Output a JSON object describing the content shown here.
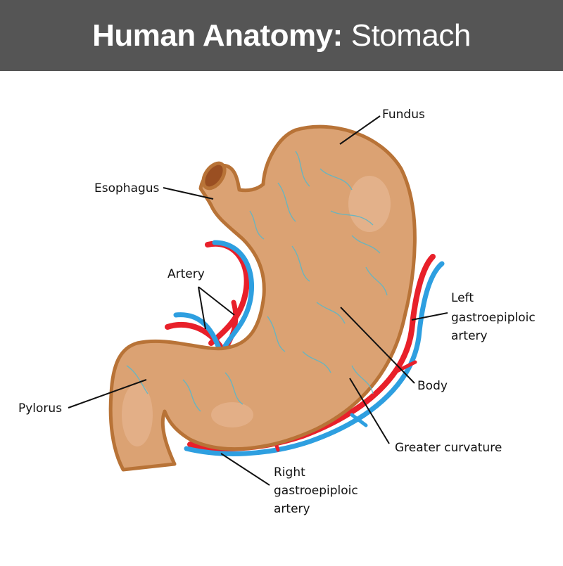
{
  "header": {
    "title_bold": "Human Anatomy:",
    "title_light": "Stomach",
    "background": "#555555"
  },
  "labels": {
    "fundus": "Fundus",
    "esophagus": "Esophagus",
    "artery": "Artery",
    "left_gastroepiploic_1": "Left",
    "left_gastroepiploic_2": "gastroepiploic",
    "left_gastroepiploic_3": "artery",
    "body": "Body",
    "pylorus": "Pylorus",
    "greater_curvature": "Greater curvature",
    "right_gastroepiploic_1": "Right",
    "right_gastroepiploic_2": "gastroepiploic",
    "right_gastroepiploic_3": "artery"
  },
  "colors": {
    "stomach_fill": "#dba273",
    "stomach_outline": "#b87337",
    "artery_red": "#e8202a",
    "vein_blue": "#2e9fe0",
    "vessel_lines": "#5fb6c6"
  }
}
